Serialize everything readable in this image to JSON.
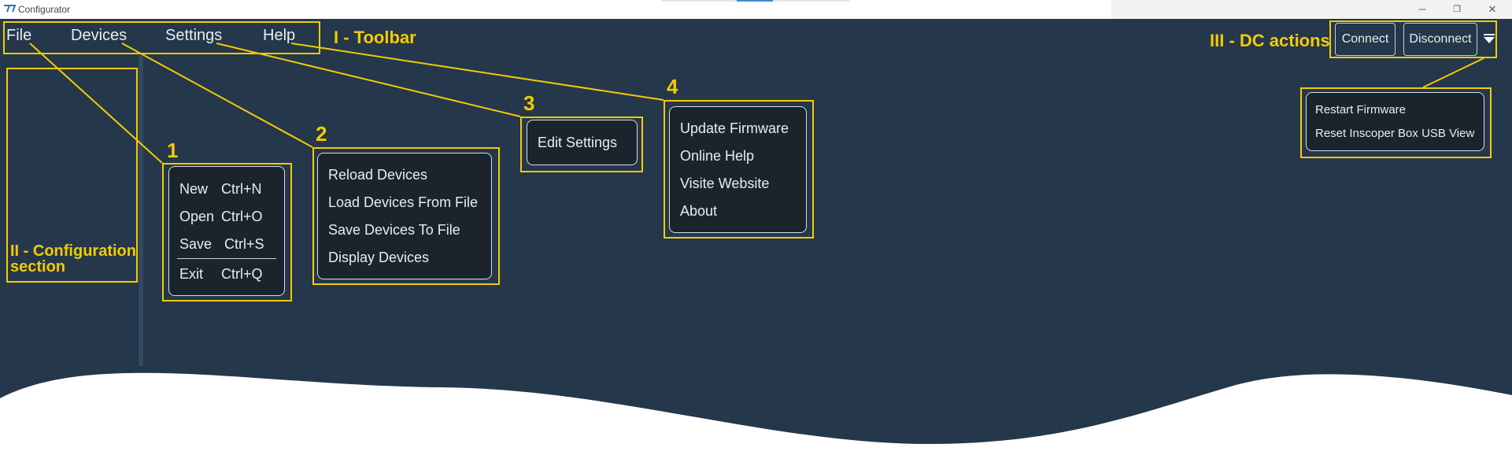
{
  "window": {
    "title": "Configurator",
    "minimize_icon": "minimize-icon",
    "maximize_icon": "restore-icon",
    "close_icon": "close-icon"
  },
  "colors": {
    "background": "#25374a",
    "accent": "#f2cb05",
    "dropdown_bg": "#1b242d"
  },
  "toolbar": {
    "items": [
      "File",
      "Devices",
      "Settings",
      "Help"
    ]
  },
  "annotations": {
    "toolbar": "I - Toolbar",
    "config": "II - Configuration section",
    "dc": "III - DC actions",
    "numbers": [
      "1",
      "2",
      "3",
      "4"
    ]
  },
  "file_menu": {
    "items": [
      {
        "label": "New",
        "shortcut": "Ctrl+N"
      },
      {
        "label": "Open",
        "shortcut": "Ctrl+O"
      },
      {
        "label": "Save",
        "shortcut": "Ctrl+S"
      },
      {
        "label": "Exit",
        "shortcut": "Ctrl+Q"
      }
    ]
  },
  "devices_menu": {
    "items": [
      "Reload Devices",
      "Load Devices From File",
      "Save Devices To File",
      "Display Devices"
    ]
  },
  "settings_menu": {
    "items": [
      "Edit Settings"
    ]
  },
  "help_menu": {
    "items": [
      "Update Firmware",
      "Online Help",
      "Visite Website",
      "About"
    ]
  },
  "dc_actions": {
    "connect": "Connect",
    "disconnect": "Disconnect",
    "more_icon": "caret-down-icon"
  },
  "dc_menu": {
    "items": [
      "Restart Firmware",
      "Reset Inscoper Box USB View"
    ]
  }
}
